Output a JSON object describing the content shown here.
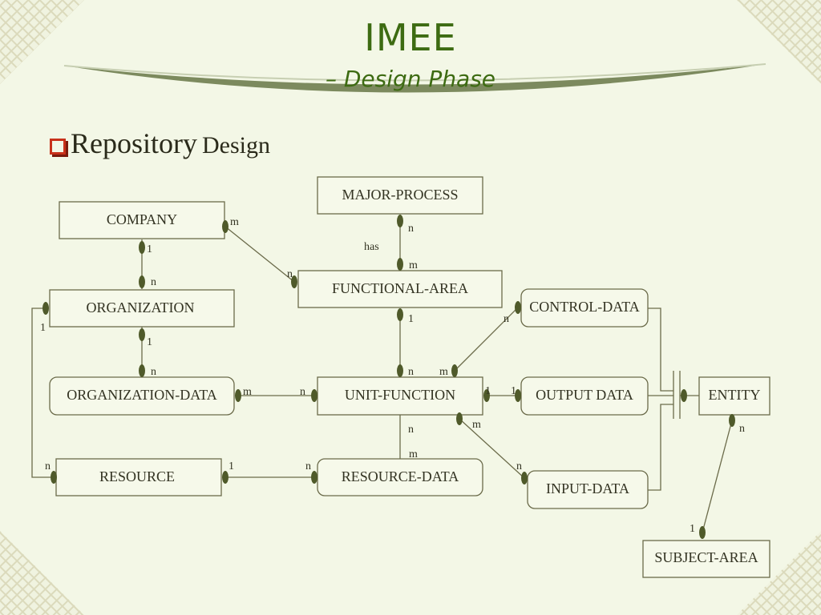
{
  "slide": {
    "title": "IMEE",
    "subtitle": "– Design Phase",
    "bullet_main": "Repository",
    "bullet_sub": "Design"
  },
  "colors": {
    "background": "#f3f7e6",
    "title": "#3d6b12",
    "line": "#6b6b4a",
    "dot": "#4f5a2a",
    "bullet": "#c8311a"
  },
  "entities": {
    "major_process": "MAJOR-PROCESS",
    "company": "COMPANY",
    "functional_area": "FUNCTIONAL-AREA",
    "organization": "ORGANIZATION",
    "control_data": "CONTROL-DATA",
    "organization_data": "ORGANIZATION-DATA",
    "unit_function": "UNIT-FUNCTION",
    "output_data": "OUTPUT DATA",
    "entity": "ENTITY",
    "resource": "RESOURCE",
    "resource_data": "RESOURCE-DATA",
    "input_data": "INPUT-DATA",
    "subject_area": "SUBJECT-AREA"
  },
  "relationship_labels": {
    "has": "has"
  },
  "cardinalities": {
    "company_fa_m": "m",
    "company_org_1": "1",
    "org_company_n": "n",
    "fa_company_n": "n",
    "mp_fa_n": "n",
    "fa_mp_m": "m",
    "fa_uf_1": "1",
    "org_res_1": "1",
    "org_od_1": "1",
    "od_org_n": "n",
    "cd_uf_n": "n",
    "uf_fa_n": "n",
    "uf_cd_m": "m",
    "od_uf_m": "m",
    "uf_od_n": "n",
    "uf_out_1": "1",
    "out_uf_1": "1",
    "uf_id_m": "m",
    "uf_rd_n": "n",
    "rd_uf_m": "m",
    "res_org_n": "n",
    "res_rd_1": "1",
    "rd_res_n": "n",
    "id_uf_n": "n",
    "entity_sa_n": "n",
    "sa_entity_1": "1"
  }
}
